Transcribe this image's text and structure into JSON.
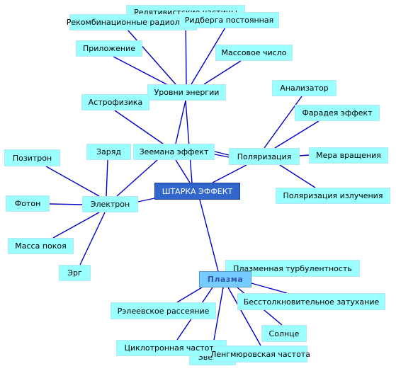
{
  "colors": {
    "edge": "#0000cc",
    "node_fill": "#99ffff",
    "center_fill": "#3366cc",
    "hub_fill": "#77ccff"
  },
  "nodes": {
    "center": "ШТАРКА ЭФФЕКТ",
    "energy_levels": "Уровни энергии",
    "zeeman": "Зеемана эффект",
    "polarization": "Поляризация",
    "electron": "Электрон",
    "plasma": "Плазма",
    "relativistic": "Релятивистские частицы",
    "recombination": "Рекомбинационные радиолинии",
    "rydberg": "Ридберга постоянная",
    "application": "Приложение",
    "mass_number": "Массовое число",
    "astrophysics": "Астрофизика",
    "analyzer": "Анализатор",
    "faraday": "Фарадея эффект",
    "rotation_measure": "Мера вращения",
    "radiation_polarization": "Поляризация излучения",
    "charge": "Заряд",
    "positron": "Позитрон",
    "photon": "Фотон",
    "rest_mass": "Масса покоя",
    "erg": "Эрг",
    "plasma_turbulence": "Плазменная турбулентность",
    "collisionless_damping": "Бесстолкновительное затухание",
    "rayleigh": "Рэлеевское рассеяние",
    "sun": "Солнце",
    "cyclotron": "Циклотронная частота",
    "langmuir": "Ленгмюровская частота",
    "star": "Звезда"
  }
}
